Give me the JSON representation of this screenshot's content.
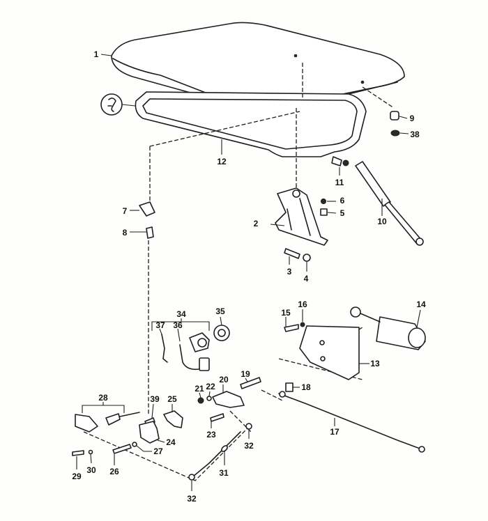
{
  "diagram": {
    "title_symbol": "engine-lid-symbol",
    "callouts": {
      "c1": "1",
      "c2": "2",
      "c3": "3",
      "c4": "4",
      "c5": "5",
      "c6": "6",
      "c7": "7",
      "c8": "8",
      "c9": "9",
      "c10": "10",
      "c11": "11",
      "c12": "12",
      "c13": "13",
      "c14": "14",
      "c15": "15",
      "c16": "16",
      "c17": "17",
      "c18": "18",
      "c19": "19",
      "c20": "20",
      "c21": "21",
      "c22": "22",
      "c23": "23",
      "c24": "24",
      "c25": "25",
      "c26": "26",
      "c27": "27",
      "c28": "28",
      "c29": "29",
      "c30": "30",
      "c31": "31",
      "c32a": "32",
      "c32b": "32",
      "c34": "34",
      "c35": "35",
      "c36": "36",
      "c37": "37",
      "c38": "38",
      "c39": "39"
    }
  }
}
